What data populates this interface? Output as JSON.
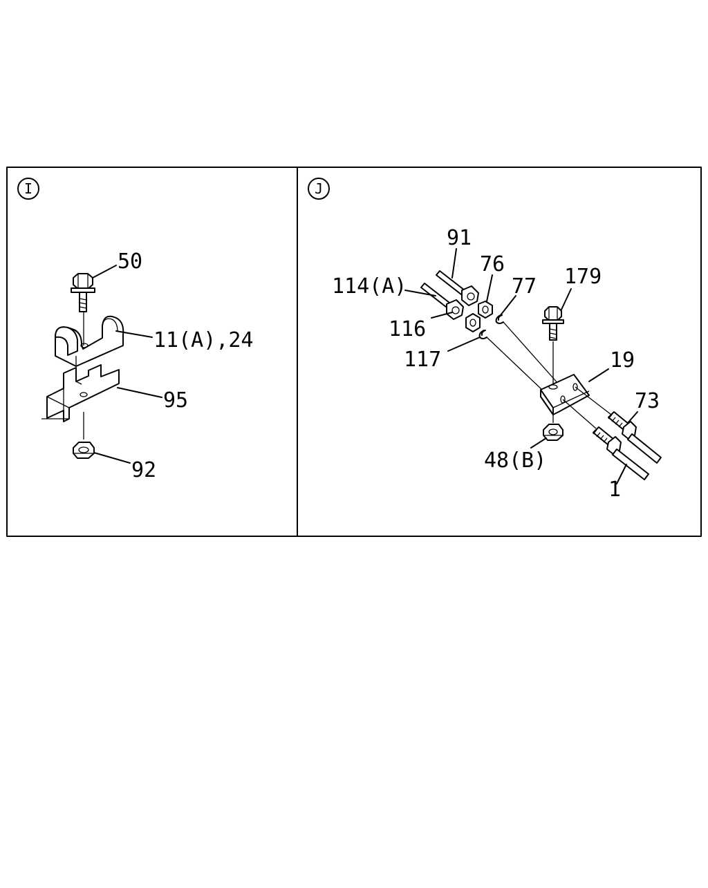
{
  "panels": {
    "left": {
      "badge": "I",
      "labels": {
        "p50": "50",
        "p11": "11(A),24",
        "p95": "95",
        "p92": "92"
      }
    },
    "right": {
      "badge": "J",
      "labels": {
        "p91": "91",
        "p76": "76",
        "p77": "77",
        "p179": "179",
        "p114": "114(A)",
        "p116": "116",
        "p117": "117",
        "p19": "19",
        "p73": "73",
        "p48": "48(B)",
        "p1": "1"
      }
    }
  }
}
